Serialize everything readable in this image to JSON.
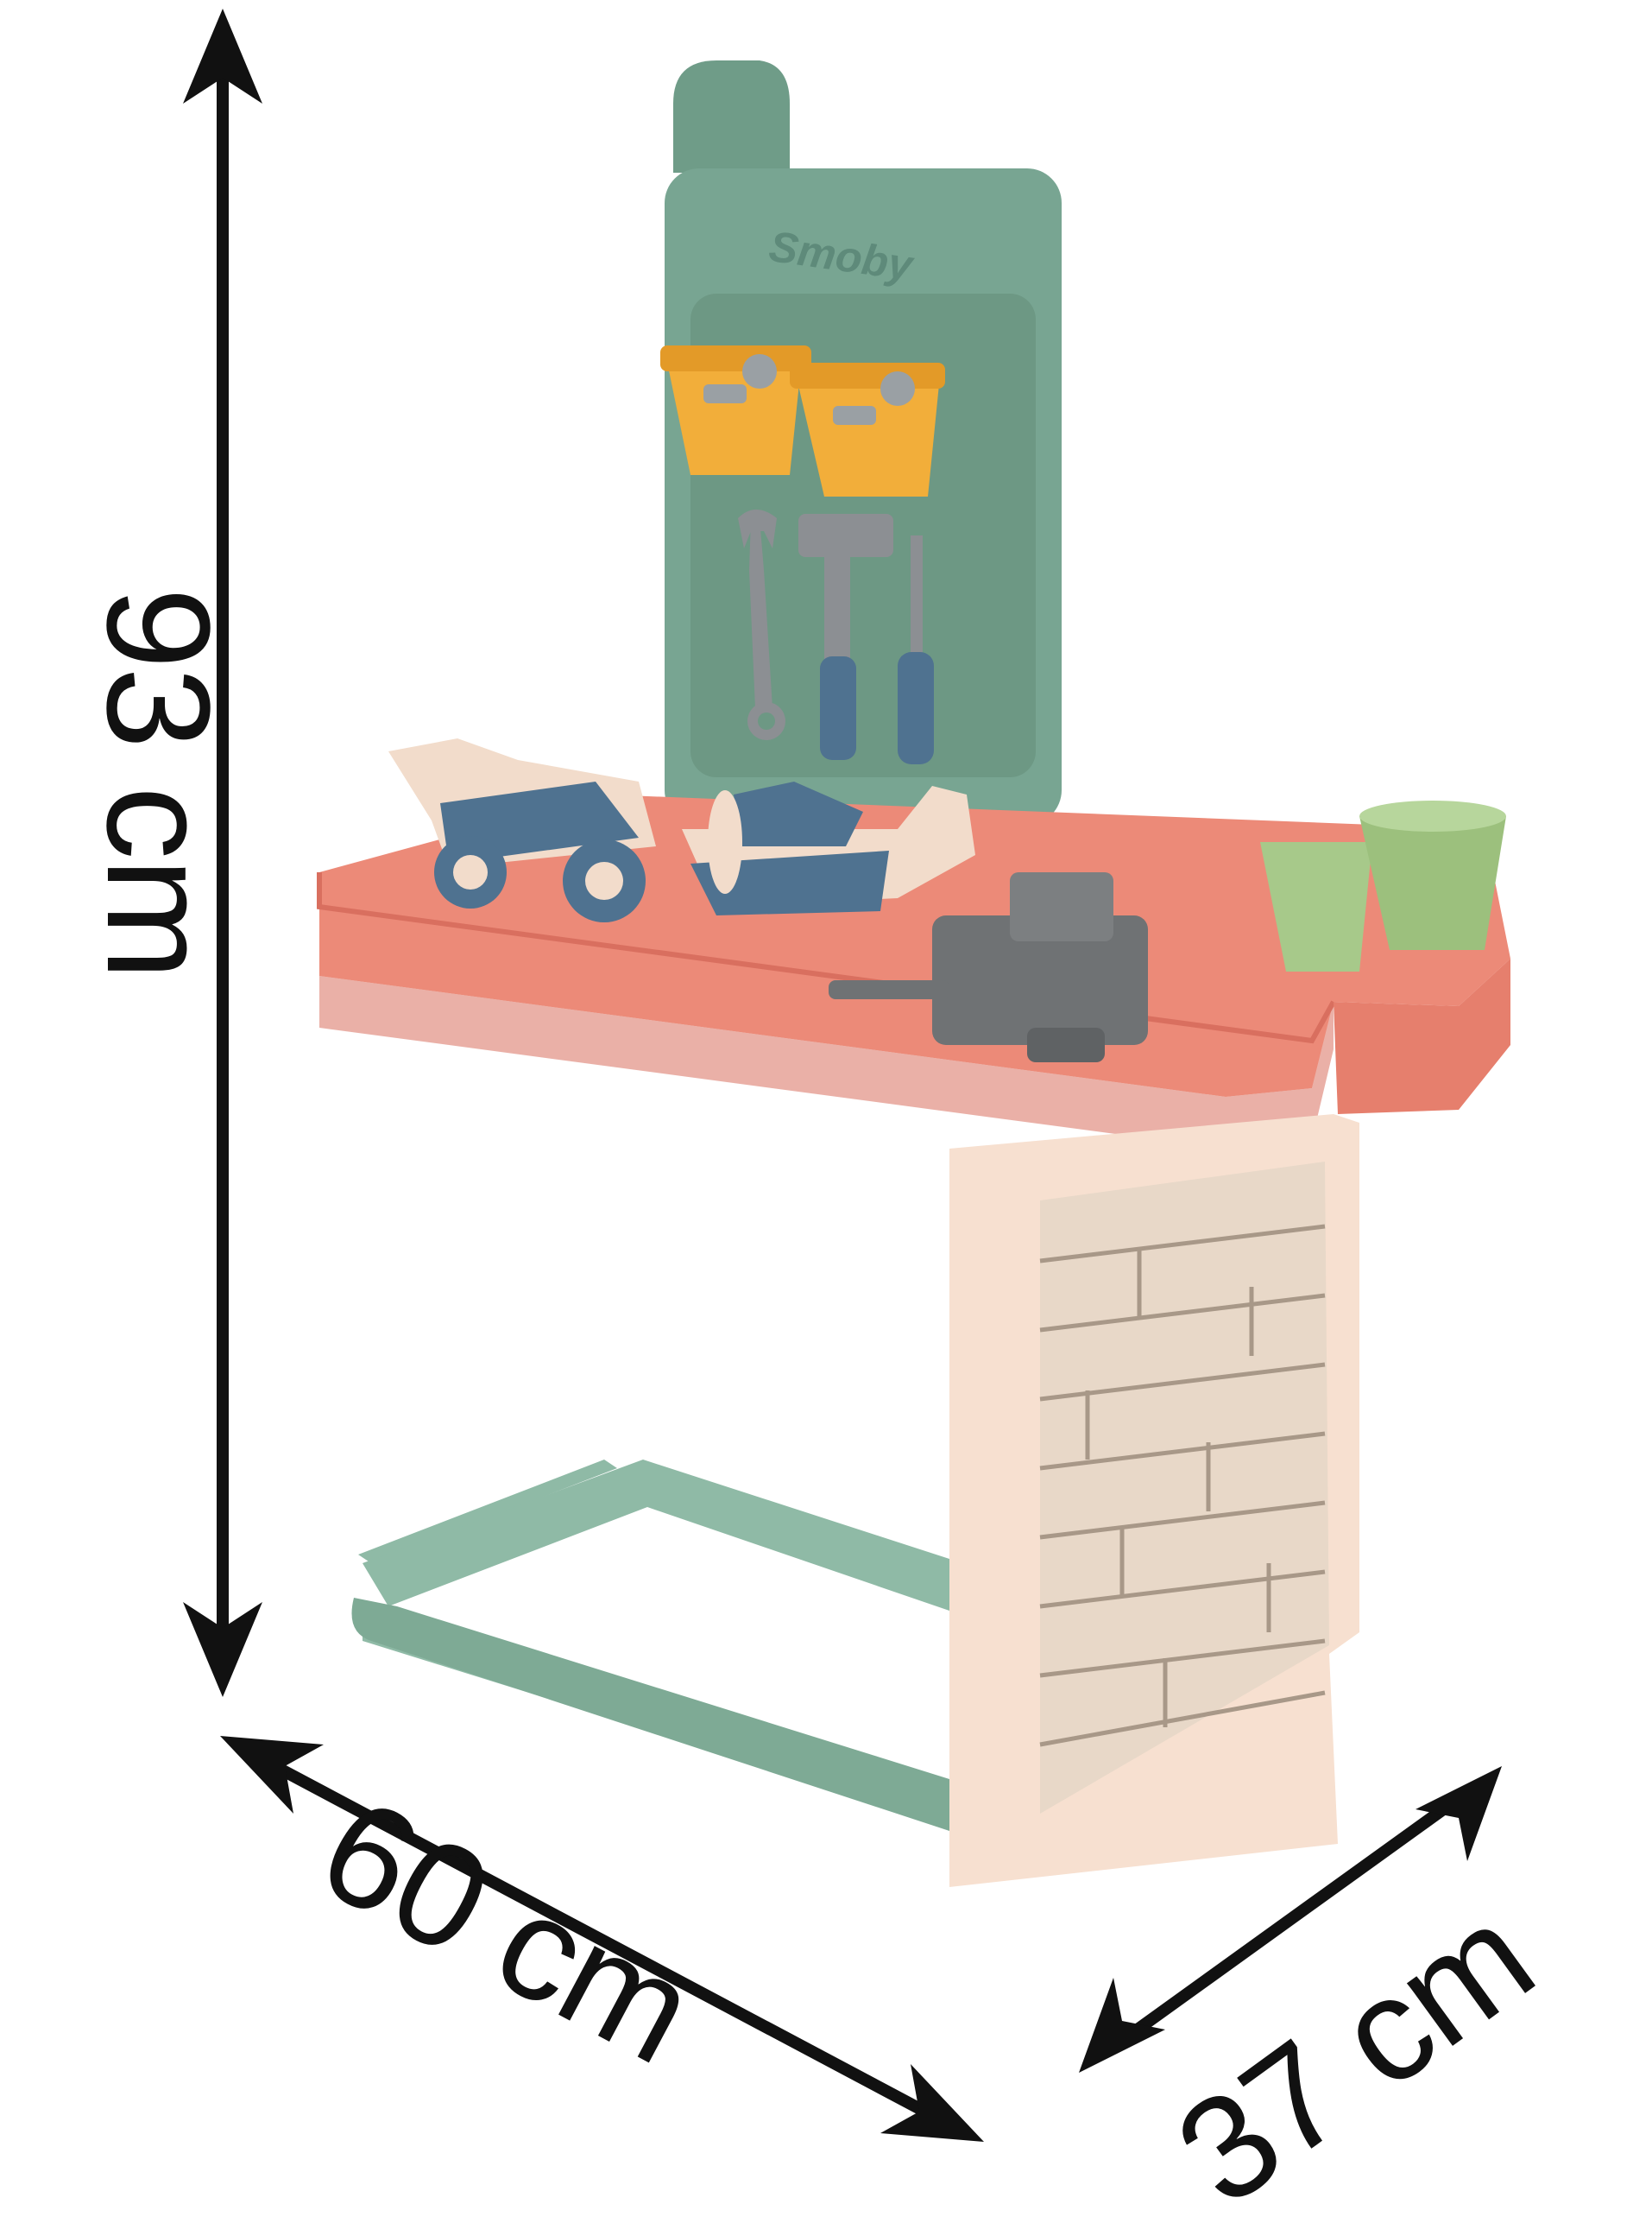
{
  "product": {
    "brand": "Smoby",
    "colors": {
      "panel": "#78a592",
      "panel_dark": "#5e8a7a",
      "worktop": "#ec8a78",
      "worktop_dark": "#d96f5f",
      "bins": "#f2ae3a",
      "leg_cream": "#f7e0d0",
      "stone": "#e8d8c8",
      "stone_lines": "#a89888",
      "toy_blue": "#4f7290",
      "toy_cream": "#f2dccb",
      "tool_grey": "#8c8f93",
      "vise_grey": "#6f7274",
      "cup_green": "#a7c98a",
      "frame_green": "#8fbaa6"
    }
  },
  "dimensions": {
    "height_label": "93 cm",
    "width_label": "60 cm",
    "depth_label": "37 cm"
  }
}
